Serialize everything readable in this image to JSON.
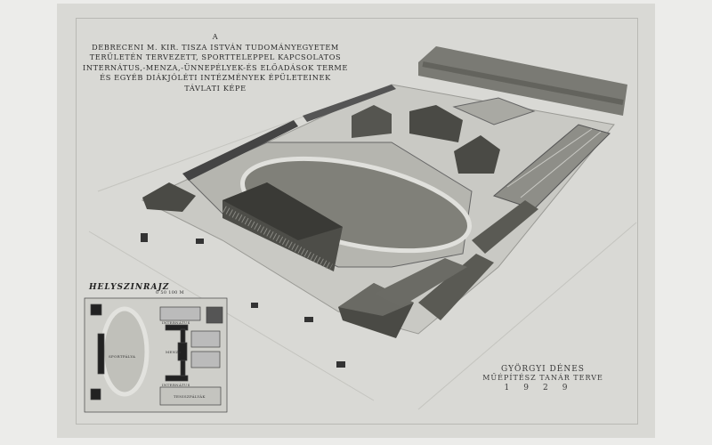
{
  "title": {
    "lines": [
      "A",
      "DEBRECENI M. KIR. TISZA ISTVÁN TUDOMÁNYEGYETEM",
      "TERÜLETÉN TERVEZETT, SPORTTELEPPEL KAPCSOLATOS",
      "INTERNÁTUS,-MENZA,-ÜNNEPÉLYEK-ÉS ELŐADÁSOK TERME",
      "ÉS EGYÉB DIÁKJÓLÉTI INTÉZMÉNYEK ÉPÜLETEINEK",
      "TÁVLATI KÉPE"
    ]
  },
  "signature": {
    "name": "GYÖRGYI DÉNES",
    "role": "MŰÉPÍTÉSZ TANÁR TERVE",
    "year": "1929"
  },
  "site_plan": {
    "title": "HELYSZINRAJZ",
    "scale": "0  50  100 M",
    "labels": [
      "INTERNÁTUS",
      "MENZA",
      "SPORTPÁLYA",
      "TENISZPÁLYÁK",
      "INTERNÁTUS"
    ]
  },
  "colors": {
    "paper": "#d9d9d5",
    "ink": "#2a2a2a",
    "background": "#ececea"
  }
}
